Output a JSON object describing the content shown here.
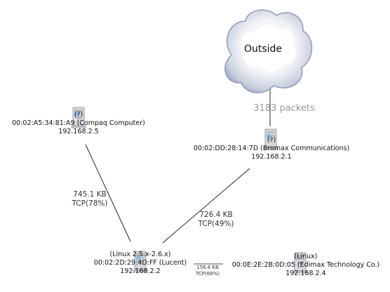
{
  "cloud": {
    "label": "Outside",
    "packets_label": "3183 packets"
  },
  "hosts": [
    {
      "id": "compaq",
      "os": "(?)",
      "mac": "00:02:A5:34:81:A9 (Compaq Computer)",
      "ip": "192.168.2.5"
    },
    {
      "id": "bromax",
      "os": "(?)",
      "mac": "00:02:DD:28:14:7D (Bromax Communications)",
      "ip": "192.168.2.1"
    },
    {
      "id": "lucent",
      "os": "(Linux 2.5.x-2.6.x)",
      "mac": "00:02:2D:29:4D:FF (Lucent)",
      "ip": "192.168.2.2"
    },
    {
      "id": "edimax",
      "os": "(Linux)",
      "mac": "00:0E:2E:2B:0D:05 (Edimax Technology Co.)",
      "ip": "192.168.2.4"
    }
  ],
  "edges": [
    {
      "id": "compaq-lucent",
      "size": "745.1 KB",
      "proto": "TCP(78%)"
    },
    {
      "id": "bromax-lucent",
      "size": "726.4 KB",
      "proto": "TCP(49%)"
    },
    {
      "id": "lucent-edimax",
      "size": "156.8 KB",
      "proto": "TCP(68%)"
    }
  ],
  "colors": {
    "edge": "#111111",
    "cloud_fill": "#eef2f7",
    "cloud_border": "#8e98b8",
    "host_body": "#d9dadf"
  }
}
